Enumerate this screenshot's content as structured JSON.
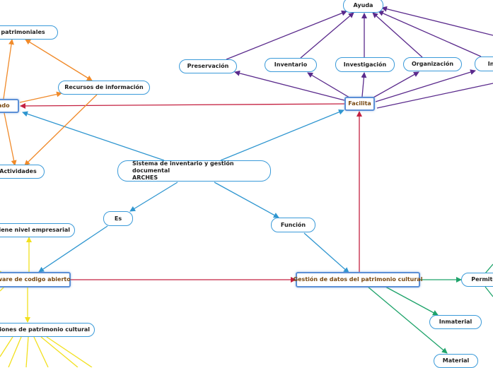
{
  "colors": {
    "node_border": "#3a9ad9",
    "main_border": "#5b8fd6",
    "main_text": "#7a4a12",
    "blue_edge": "#2f96d0",
    "red_edge": "#c42040",
    "purple_edge": "#5a2a8c",
    "orange_edge": "#f08a2a",
    "green_edge": "#1ea36a",
    "yellow_edge": "#f2e01e"
  },
  "nodes": {
    "central": {
      "line1": "Sistema de inventario y gestión documental",
      "line2": "ARCHES"
    },
    "es": "Es",
    "funcion": "Función",
    "software": "ftware de codigo abierto",
    "nivel": "Tiene nivel empresarial",
    "instituciones": "tuciones de patrimonio cultural",
    "gestion": "Gestión de datos del patrimonio cultural",
    "permite": "Permite",
    "inmaterial": "Inmaterial",
    "material": "Material",
    "facilita": "Facilita",
    "ayuda": "Ayuda",
    "preservacion": "Preservación",
    "inventario": "Inventario",
    "investigacion": "Investigación",
    "organizacion": "Organización",
    "int": "Int",
    "nado": "nado",
    "activos": "os patrimoniales",
    "recursos": "Recursos de información",
    "actividades": "Actividades"
  }
}
